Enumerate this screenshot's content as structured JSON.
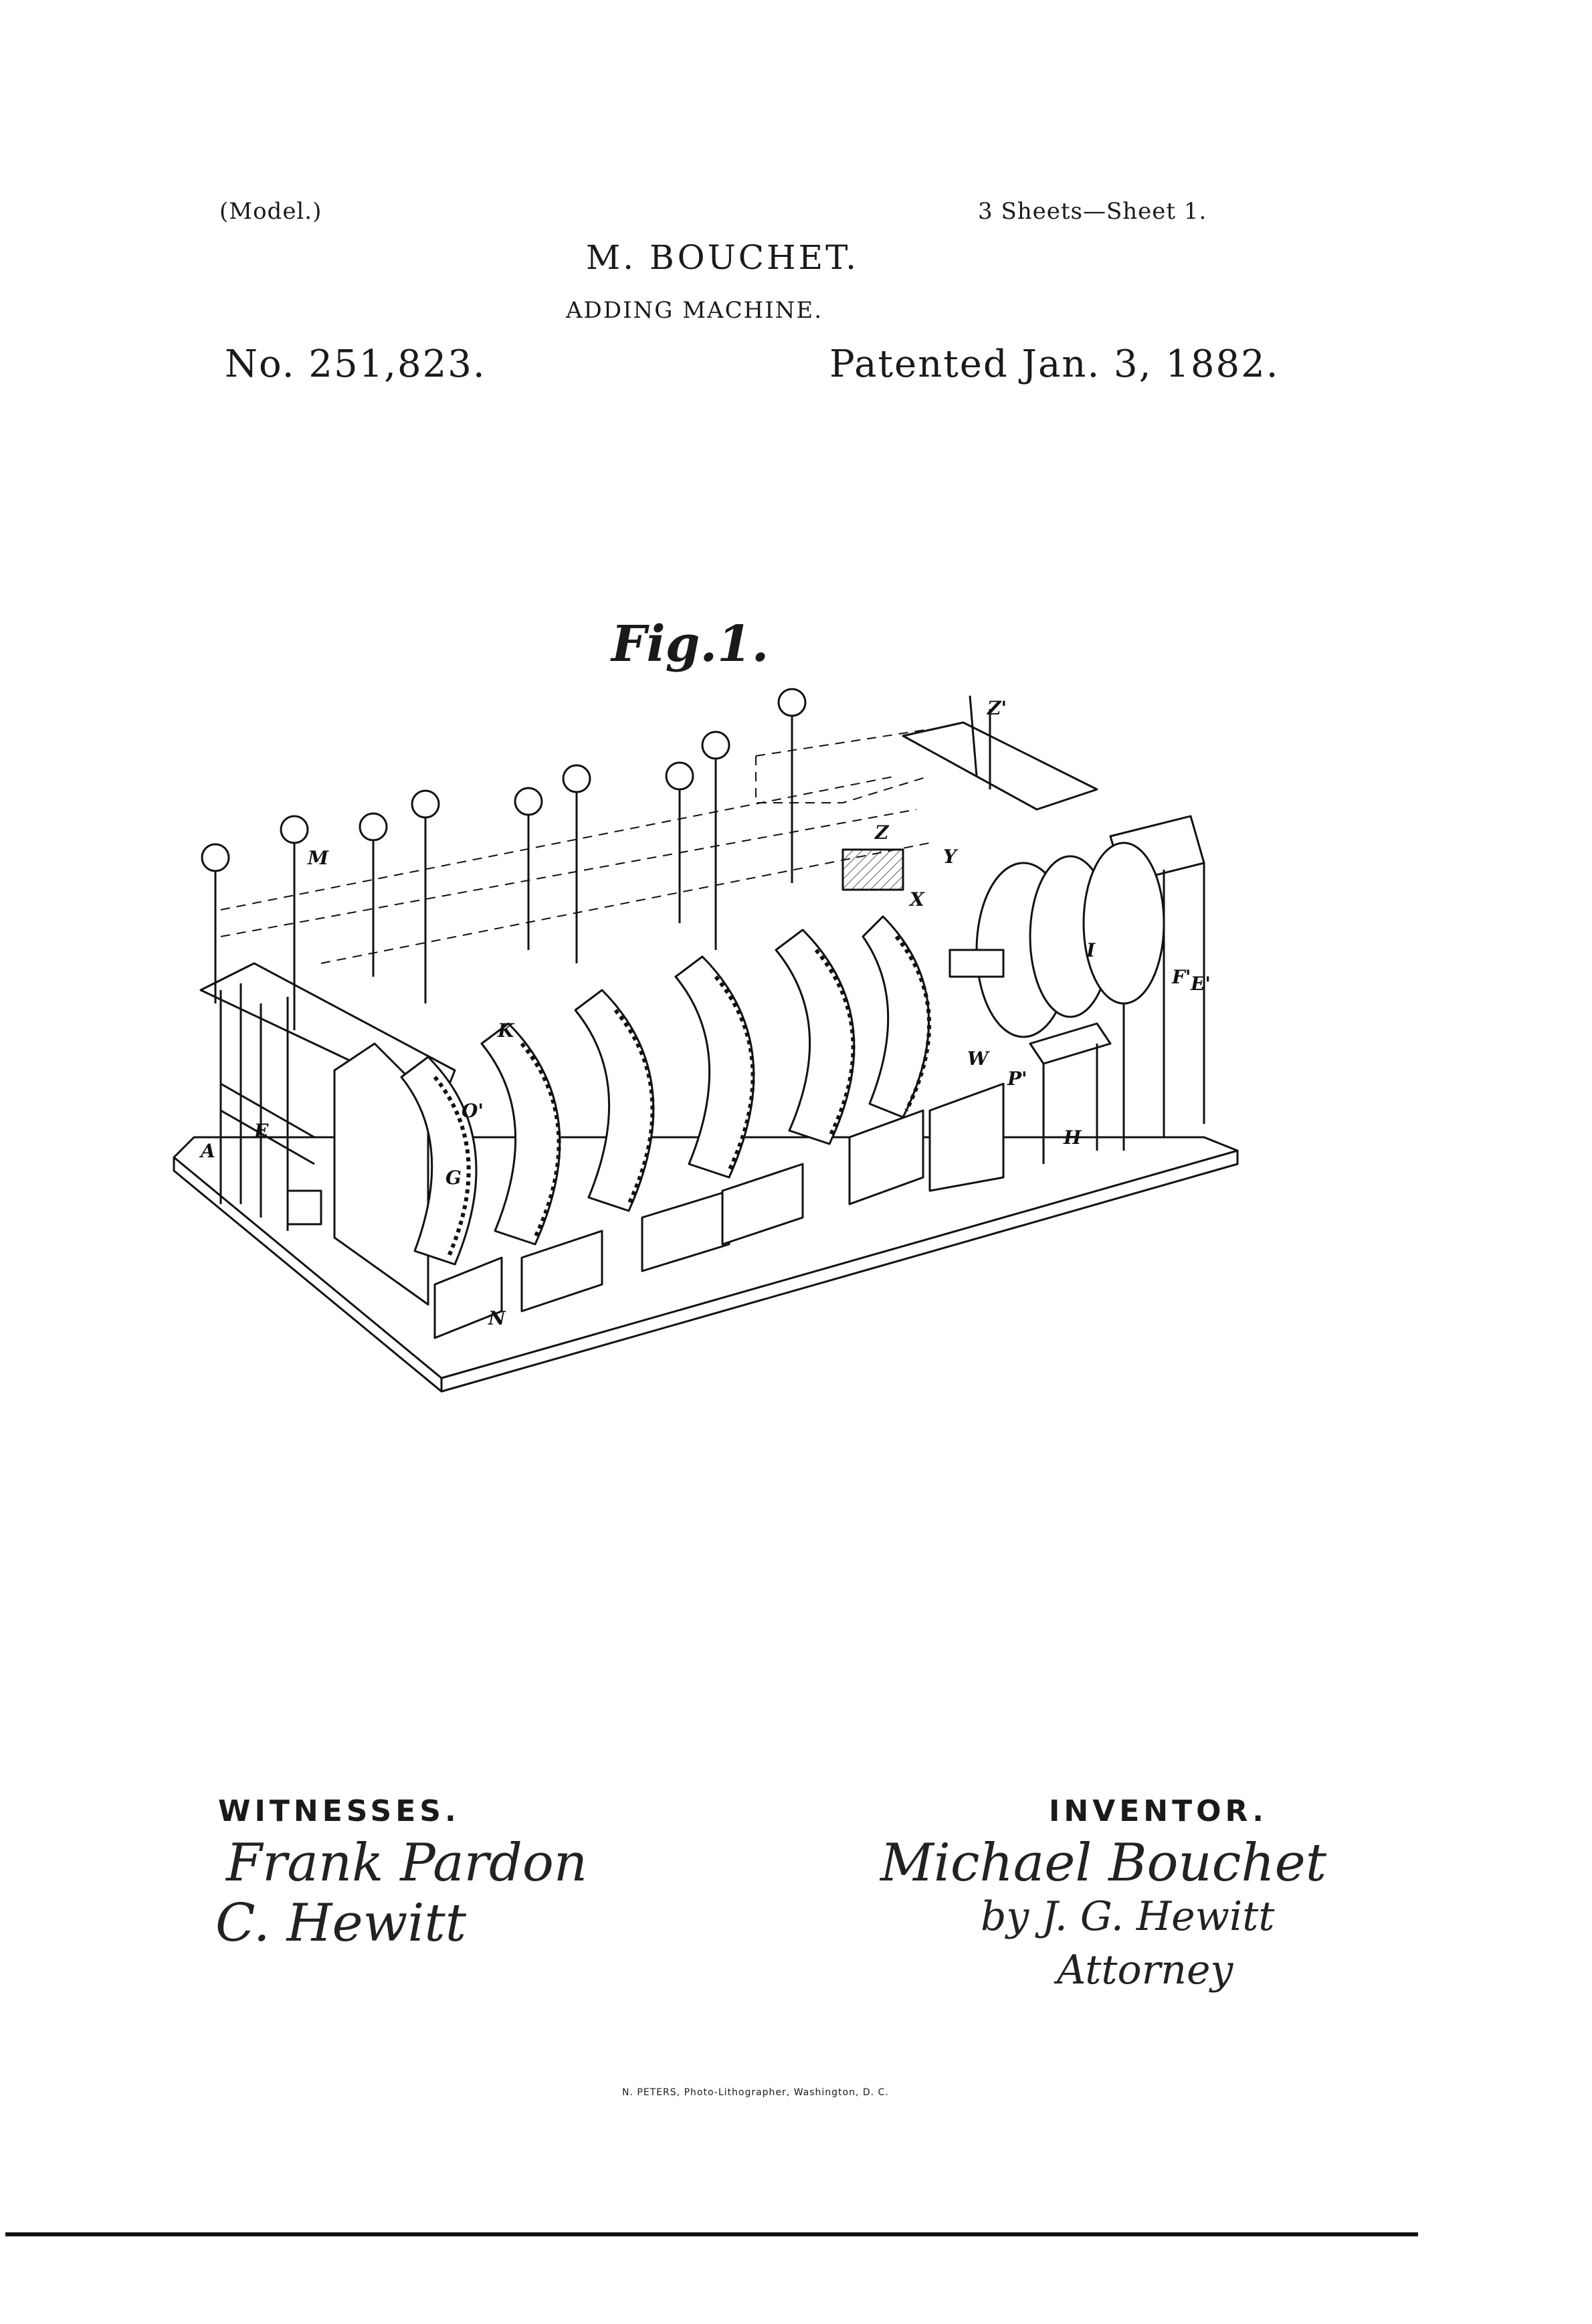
{
  "header": {
    "model": "(Model.)",
    "sheets": "3 Sheets—Sheet 1.",
    "inventor_name": "M. BOUCHET.",
    "title": "ADDING MACHINE.",
    "patent_no": "No. 251,823.",
    "patented": "Patented Jan. 3, 1882."
  },
  "figure": {
    "label": "Fig.1.",
    "part_labels": {
      "A": "A",
      "E": "E",
      "E1": "E'",
      "F1": "F'",
      "G": "G",
      "H": "H",
      "K": "K",
      "M": "M",
      "N": "N",
      "O1": "O'",
      "P1": "P'",
      "W": "W",
      "X": "X",
      "Y": "Y",
      "Z": "Z",
      "Z1": "Z'",
      "I": "I"
    }
  },
  "witnesses": {
    "heading": "WITNESSES.",
    "signature_1": "Frank Pardon",
    "signature_2": "C. Hewitt"
  },
  "inventor": {
    "heading": "INVENTOR.",
    "signature": "Michael Bouchet",
    "by_line": "by J. G. Hewitt",
    "role": "Attorney"
  },
  "footer": {
    "lithographer": "N. PETERS, Photo-Lithographer, Washington, D. C."
  }
}
